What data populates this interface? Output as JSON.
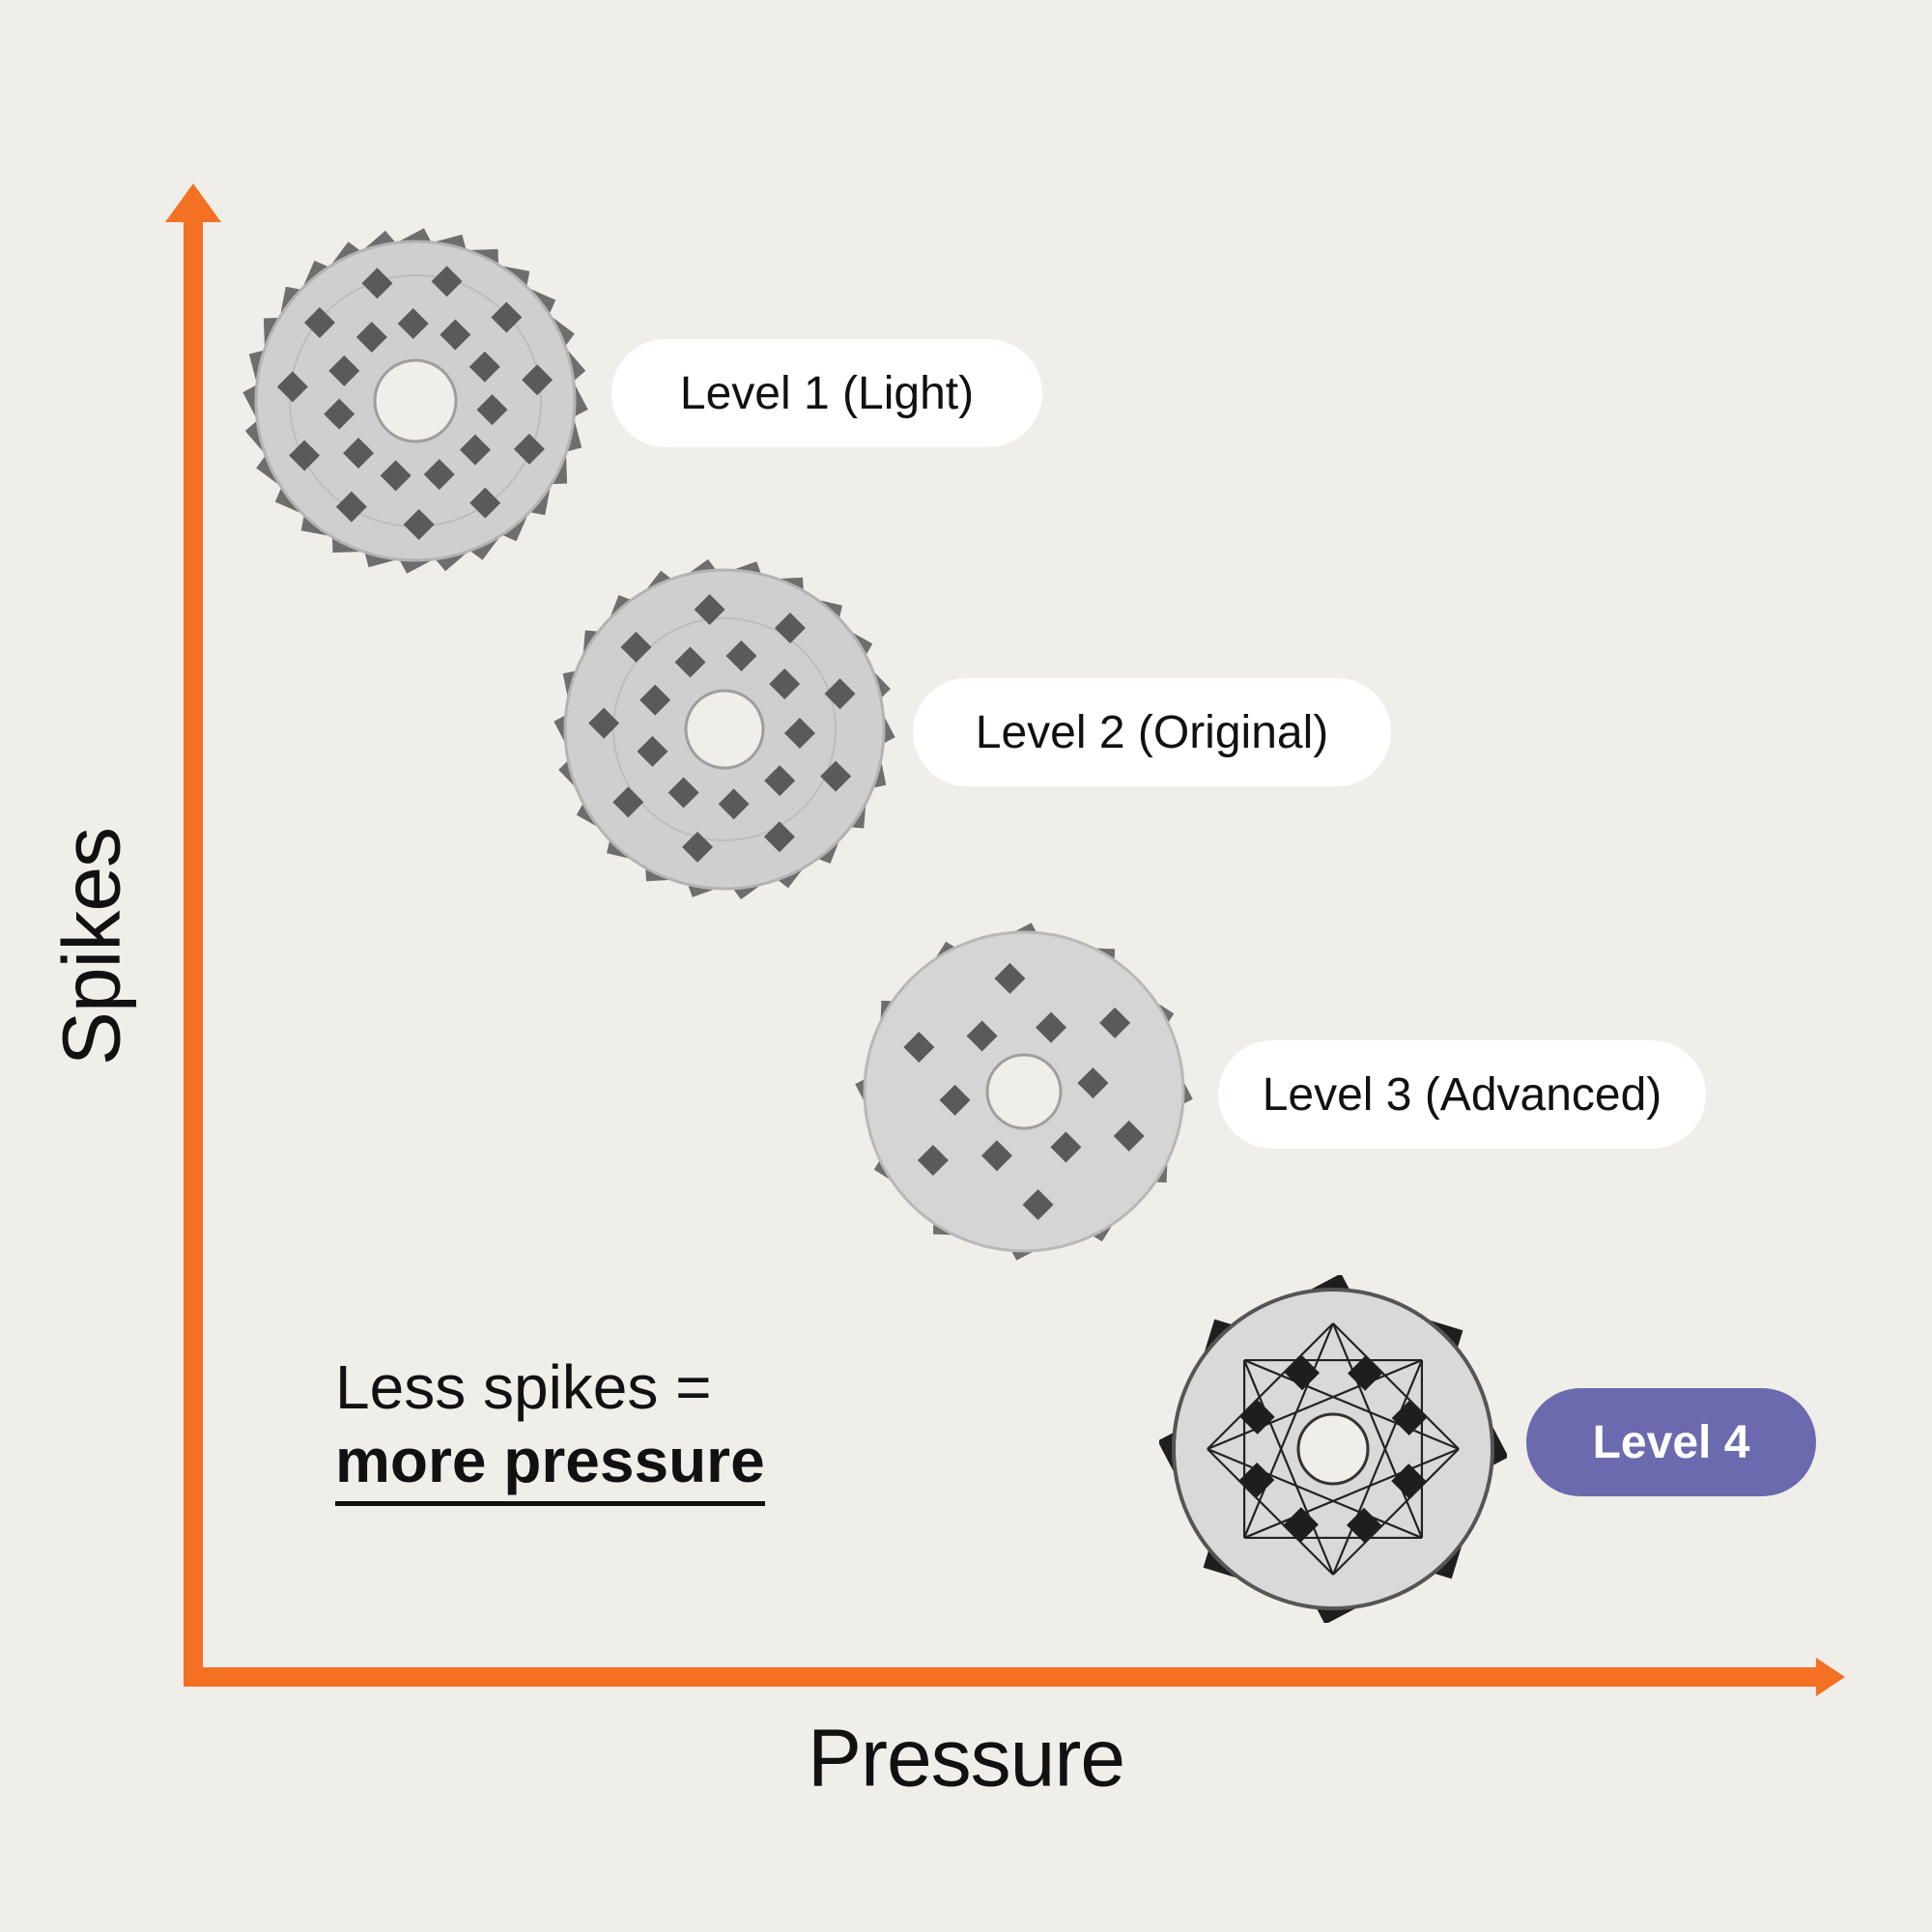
{
  "axes": {
    "y_label": "Spikes",
    "x_label": "Pressure",
    "color": "#f47124"
  },
  "levels": [
    {
      "label": "Level 1 (Light)",
      "spikes": "many",
      "highlighted": false
    },
    {
      "label": "Level 2 (Original)",
      "spikes": "fewer",
      "highlighted": false
    },
    {
      "label": "Level 3 (Advanced)",
      "spikes": "few",
      "highlighted": false
    },
    {
      "label": "Level 4",
      "spikes": "fewest",
      "highlighted": true,
      "color": "#6b6aae"
    }
  ],
  "caption": {
    "line1": "Less spikes =",
    "line2": "more pressure"
  },
  "colors": {
    "background": "#f0eee8",
    "pill": "#ffffff",
    "text": "#111111"
  }
}
